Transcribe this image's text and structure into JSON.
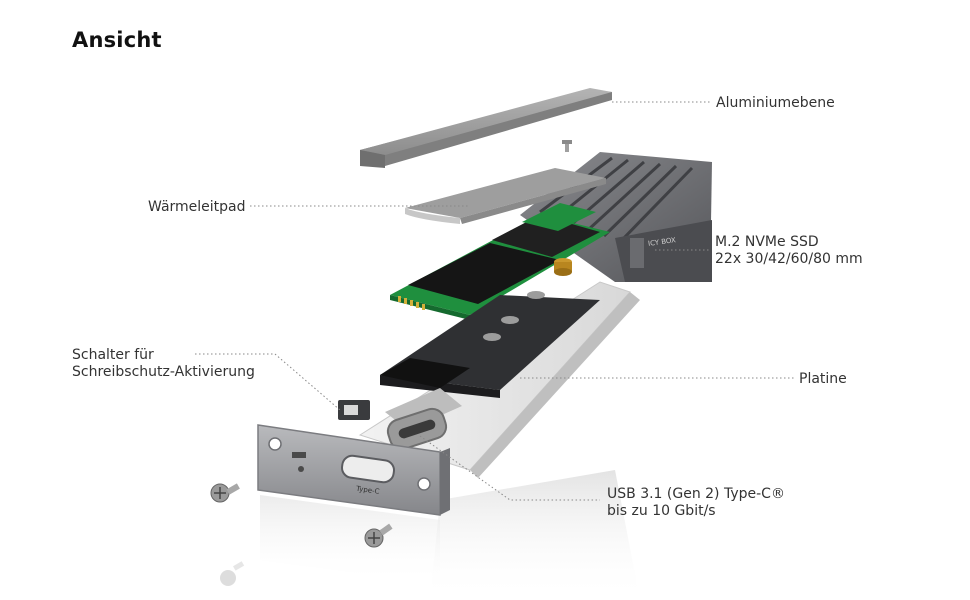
{
  "title": "Ansicht",
  "labels": {
    "aluminium": "Aluminiumebene",
    "thermal_pad": "Wärmeleitpad",
    "ssd_line1": "M.2 NVMe SSD",
    "ssd_line2": "22x  30/42/60/80  mm",
    "switch_line1": "Schalter für",
    "switch_line2": "Schreibschutz-Aktivierung",
    "board": "Platine",
    "usb_line1": "USB 3.1 (Gen 2) Type-C®",
    "usb_line2": "bis zu 10 Gbit/s"
  },
  "plate_text": {
    "port": "Type-C",
    "brand": "ICY BOX"
  },
  "colors": {
    "leader": "#888888",
    "aluminium": "#a3a3a3",
    "pcb": "#1e8a3c",
    "enclosure": "#5c5d61",
    "board": "#2f3033"
  }
}
